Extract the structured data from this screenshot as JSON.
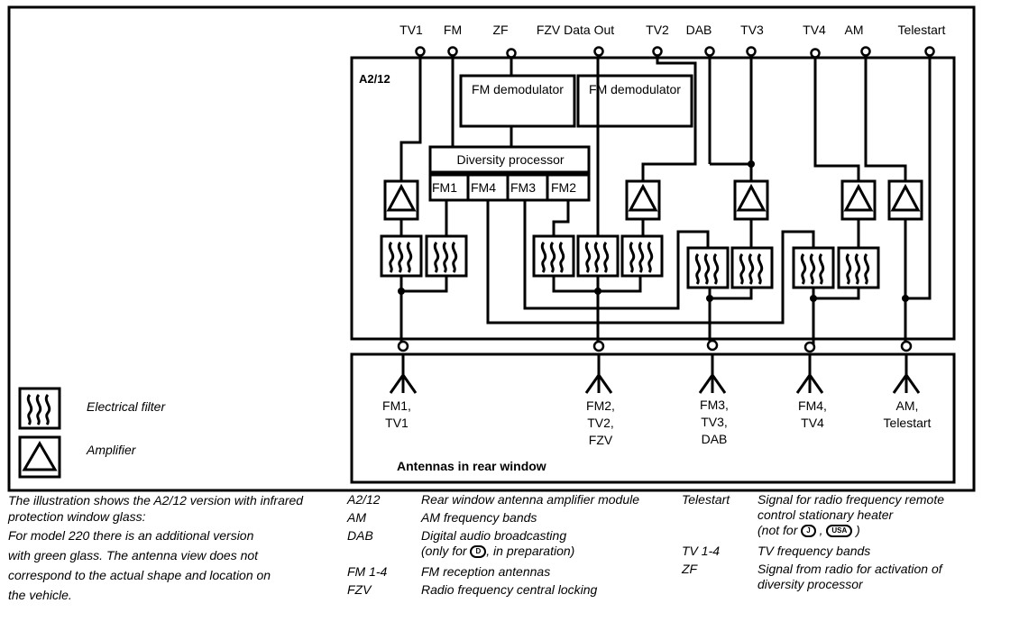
{
  "diagram": {
    "module_label": "A2/12",
    "ports": [
      "TV1",
      "FM",
      "ZF",
      "FZV Data Out",
      "TV2",
      "DAB",
      "TV3",
      "TV4",
      "AM",
      "Telestart"
    ],
    "fm_demodulator_1": "FM demodulator",
    "fm_demodulator_2": "FM demodulator",
    "diversity_processor": "Diversity processor",
    "diversity_inputs": [
      "FM1",
      "FM4",
      "FM3",
      "FM2"
    ],
    "antennas_box_label": "Antennas in rear window",
    "antennas": [
      {
        "lines": [
          "FM1,",
          "TV1"
        ]
      },
      {
        "lines": [
          "FM2,",
          "TV2,",
          "FZV"
        ]
      },
      {
        "lines": [
          "FM3,",
          "TV3,",
          "DAB"
        ]
      },
      {
        "lines": [
          "FM4,",
          "TV4"
        ]
      },
      {
        "lines": [
          "AM,",
          "Telestart"
        ]
      }
    ]
  },
  "legend": {
    "filter_icon": "electrical-filter-icon",
    "filter_label": "Electrical filter",
    "amplifier_icon": "amplifier-icon",
    "amplifier_label": "Amplifier"
  },
  "notes": {
    "lines": [
      "The illustration shows the A2/12 version with infrared protection window glass:",
      "For model 220 there is an additional version",
      "with green glass. The antenna view does not",
      "correspond to the actual shape and location on",
      "the vehicle."
    ]
  },
  "glossary": {
    "col1": [
      {
        "term": "A2/12",
        "def": "Rear window antenna amplifier module"
      },
      {
        "term": "AM",
        "def": "AM frequency bands"
      },
      {
        "term": "DAB",
        "def": "Digital audio broadcasting",
        "def2_prefix": "(only for ",
        "badge": "D",
        "def2_suffix": ", in preparation)"
      },
      {
        "term": "FM 1-4",
        "def": "FM reception antennas"
      },
      {
        "term": "FZV",
        "def": "Radio frequency central locking"
      }
    ],
    "col2": [
      {
        "term": "Telestart",
        "def": "Signal for radio frequency remote control stationary heater",
        "def2_prefix": "(not for ",
        "badge1": "J",
        "sep": " , ",
        "badge2": "USA",
        "def2_suffix": " )"
      },
      {
        "term": "TV 1-4",
        "def": "TV frequency bands"
      },
      {
        "term": "ZF",
        "def": "Signal from radio for activation of diversity processor"
      }
    ]
  }
}
